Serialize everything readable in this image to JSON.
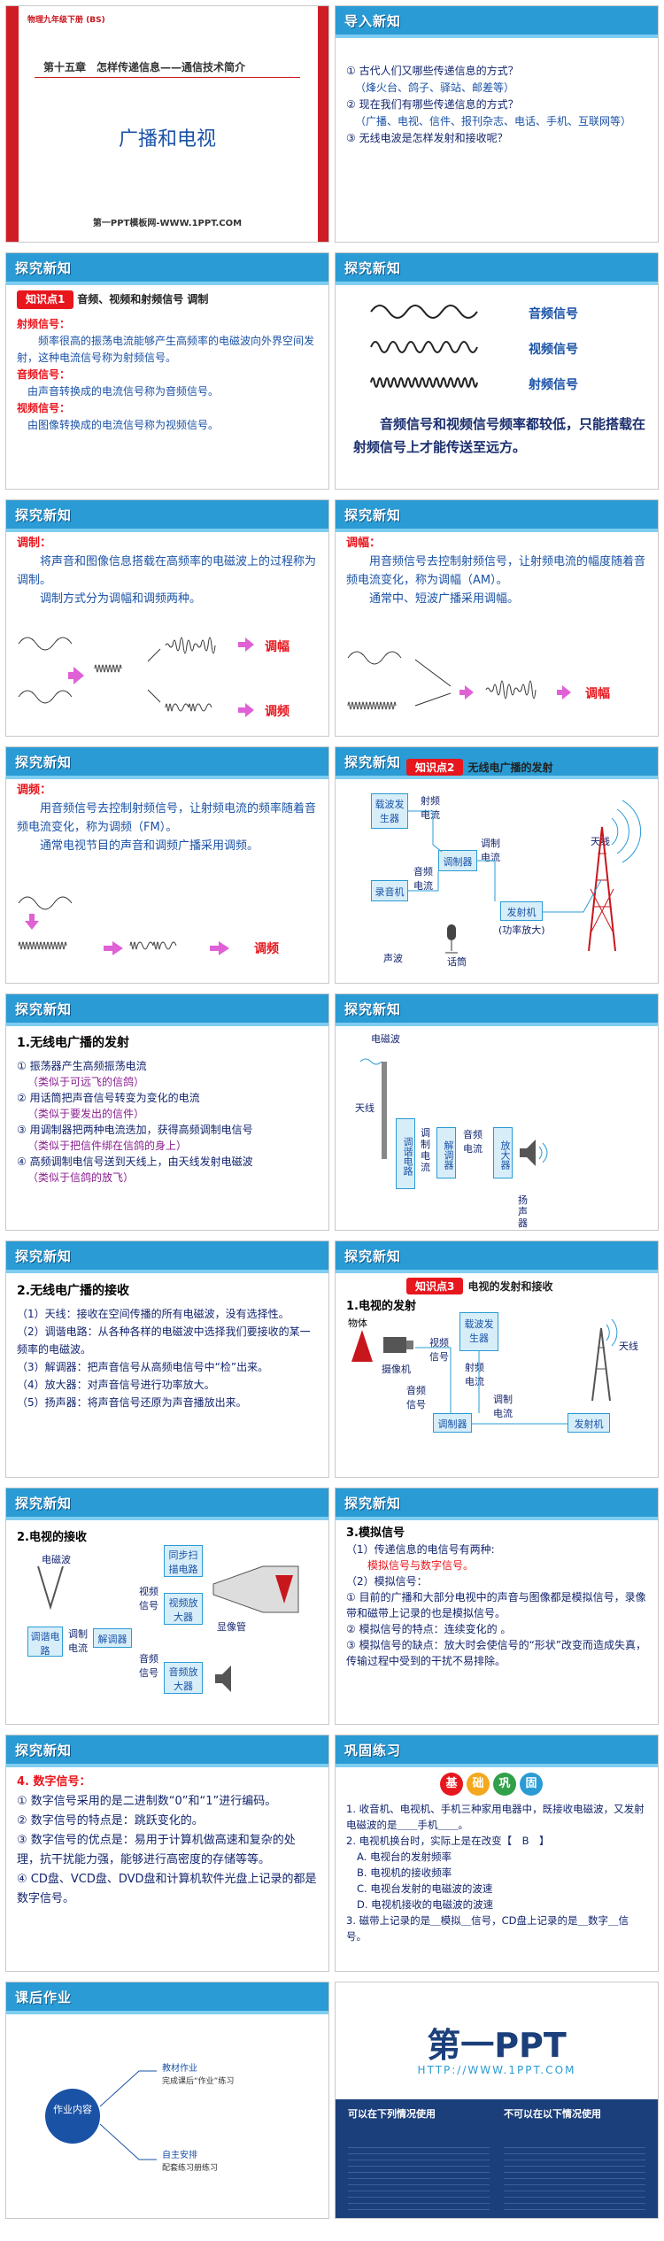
{
  "s1": {
    "badge": "物理九年级下册 (BS)",
    "chapter": "第十五章　怎样传递信息——通信技术简介",
    "title": "广播和电视",
    "footer": "第一PPT模板网-WWW.1PPT.COM"
  },
  "s2": {
    "tag": "导入新知",
    "q1": "① 古代人们又哪些传递信息的方式？",
    "a1": "（烽火台、鸽子、驿站、邮差等）",
    "q2": "② 现在我们有哪些传递信息的方式？",
    "a2": "（广播、电视、信件、报刊杂志、电话、手机、互联网等）",
    "q3": "③ 无线电波是怎样发射和接收呢？"
  },
  "s3": {
    "tag": "探究新知",
    "badge": "知识点1",
    "heading": "音频、视频和射频信号  调制",
    "t1": "射频信号：",
    "p1": "频率很高的振荡电流能够产生高频率的电磁波向外界空间发射，这种电流信号称为射频信号。",
    "t2": "音频信号：",
    "p2": "由声音转换成的电流信号称为音频信号。",
    "t3": "视频信号：",
    "p3": "由图像转换成的电流信号称为视频信号。"
  },
  "s4": {
    "tag": "探究新知",
    "l1": "音频信号",
    "l2": "视频信号",
    "l3": "射频信号",
    "p": "音频信号和视频信号频率都较低，只能搭载在射频信号上才能传送至远方。"
  },
  "s5": {
    "tag": "探究新知",
    "t": "调制：",
    "p1": "将声音和图像信息搭载在高频率的电磁波上的过程称为调制。",
    "p2": "调制方式分为调幅和调频两种。",
    "l1": "调幅",
    "l2": "调频"
  },
  "s6": {
    "tag": "探究新知",
    "t": "调幅：",
    "p1": "用音频信号去控制射频信号，让射频电流的幅度随着音频电流变化，称为调幅（AM）。",
    "p2": "通常中、短波广播采用调幅。",
    "l": "调幅"
  },
  "s7": {
    "tag": "探究新知",
    "t": "调频：",
    "p1": "用音频信号去控制射频信号，让射频电流的频率随着音频电流变化，称为调频（FM）。",
    "p2": "通常电视节目的声音和调频广播采用调频。",
    "l": "调频"
  },
  "s8": {
    "tag": "探究新知",
    "badge": "知识点2",
    "heading": "无线电广播的发射",
    "osc": "载波发生器",
    "rf": "射频电流",
    "mod": "调制器",
    "mic": "录音机",
    "af": "音频电流",
    "modc": "调制电流",
    "tx": "发射机",
    "txs": "(功率放大)",
    "ant": "天线",
    "sw": "声波",
    "talk": "话筒"
  },
  "s9": {
    "tag": "探究新知",
    "h": "1.无线电广播的发射",
    "i1": "① 振荡器产生高频振荡电流",
    "i1s": "（类似于可远飞的信鸽）",
    "i2": "② 用话筒把声音信号转变为变化的电流",
    "i2s": "（类似于要发出的信件）",
    "i3": "③ 用调制器把两种电流迭加，获得高频调制电信号",
    "i3s": "（类似于把信件绑在信鸽的身上）",
    "i4": "④ 高频调制电信号送到天线上，由天线发射电磁波",
    "i4s": "（类似于信鸽的放飞）"
  },
  "s10": {
    "tag": "探究新知",
    "wave": "电磁波",
    "ant": "天线",
    "tune": "调谐电路",
    "modc": "调制电流",
    "demod": "解调器",
    "af": "音频电流",
    "amp": "放大器",
    "spk": "扬声器"
  },
  "s11": {
    "tag": "探究新知",
    "h": "2.无线电广播的接收",
    "i1": "（1）天线：接收在空间传播的所有电磁波，没有选择性。",
    "i2": "（2）调谐电路：从各种各样的电磁波中选择我们要接收的某一频率的电磁波。",
    "i3": "（3）解调器：把声音信号从高频电信号中“检”出来。",
    "i4": "（4）放大器：对声音信号进行功率放大。",
    "i5": "（5）扬声器：将声音信号还原为声音播放出来。"
  },
  "s12": {
    "tag": "探究新知",
    "badge": "知识点3",
    "heading": "电视的发射和接收",
    "h": "1.电视的发射",
    "obj": "物体",
    "vsig": "视频信号",
    "cam": "摄像机",
    "osc": "载波发生器",
    "rf": "射频电流",
    "mod": "调制器",
    "modc": "调制电流",
    "tx": "发射机",
    "ant": "天线",
    "asig": "音频信号"
  },
  "s13": {
    "tag": "探究新知",
    "h": "2.电视的接收",
    "wave": "电磁波",
    "sync": "同步扫描电路",
    "vs": "视频信号",
    "vamp": "视频放大器",
    "tube": "显像管",
    "tune": "调谐电路",
    "modc": "调制电流",
    "demod": "解调器",
    "as": "音频信号",
    "aamp": "音频放大器"
  },
  "s14": {
    "tag": "探究新知",
    "h": "3.模拟信号",
    "t1": "（1）传递信息的电信号有两种:",
    "t1b": "模拟信号与数字信号。",
    "t2": "（2）模拟信号：",
    "i1": "① 目前的广播和大部分电视中的声音与图像都是模拟信号，录像带和磁带上记录的也是模拟信号。",
    "i2": "② 模拟信号的特点：连续变化的 。",
    "i3": "③ 模拟信号的缺点：放大时会使信号的“形状”改变而造成失真，传输过程中受到的干扰不易排除。"
  },
  "s15": {
    "tag": "探究新知",
    "h": "4. 数字信号：",
    "i1": "① 数字信号采用的是二进制数“0”和“1”进行编码。",
    "i2": "② 数字信号的特点是：跳跃变化的。",
    "i3": "③ 数字信号的优点是：易用于计算机做高速和复杂的处理，抗干扰能力强，能够进行高密度的存储等等。",
    "i4": "④ CD盘、VCD盘、DVD盘和计算机软件光盘上记录的都是数字信号。"
  },
  "s16": {
    "tag": "巩固练习",
    "chips": [
      "基",
      "础",
      "巩",
      "固"
    ],
    "q1": "1. 收音机、电视机、手机三种家用电器中，既接收电磁波，又发射电磁波的是＿＿手机＿＿。",
    "q2": "2. 电视机换台时，实际上是在改变【　B　】",
    "oa": "A. 电视台的发射频率",
    "ob": "B. 电视机的接收频率",
    "oc": "C. 电视台发射的电磁波的波速",
    "od": "D. 电视机接收的电磁波的波速",
    "q3": "3. 磁带上记录的是＿模拟＿信号，CD盘上记录的是＿数字＿信号。"
  },
  "s17": {
    "tag": "课后作业",
    "hub": "作业内容",
    "b1": "教材作业",
    "b1s": "完成课后“作业”练习",
    "b2": "自主安排",
    "b2s": "配套练习册练习"
  },
  "s18": {
    "logo": "第一PPT",
    "url": "HTTP://WWW.1PPT.COM",
    "can": "可以在下列情况使用",
    "cannot": "不可以在以下情况使用"
  }
}
